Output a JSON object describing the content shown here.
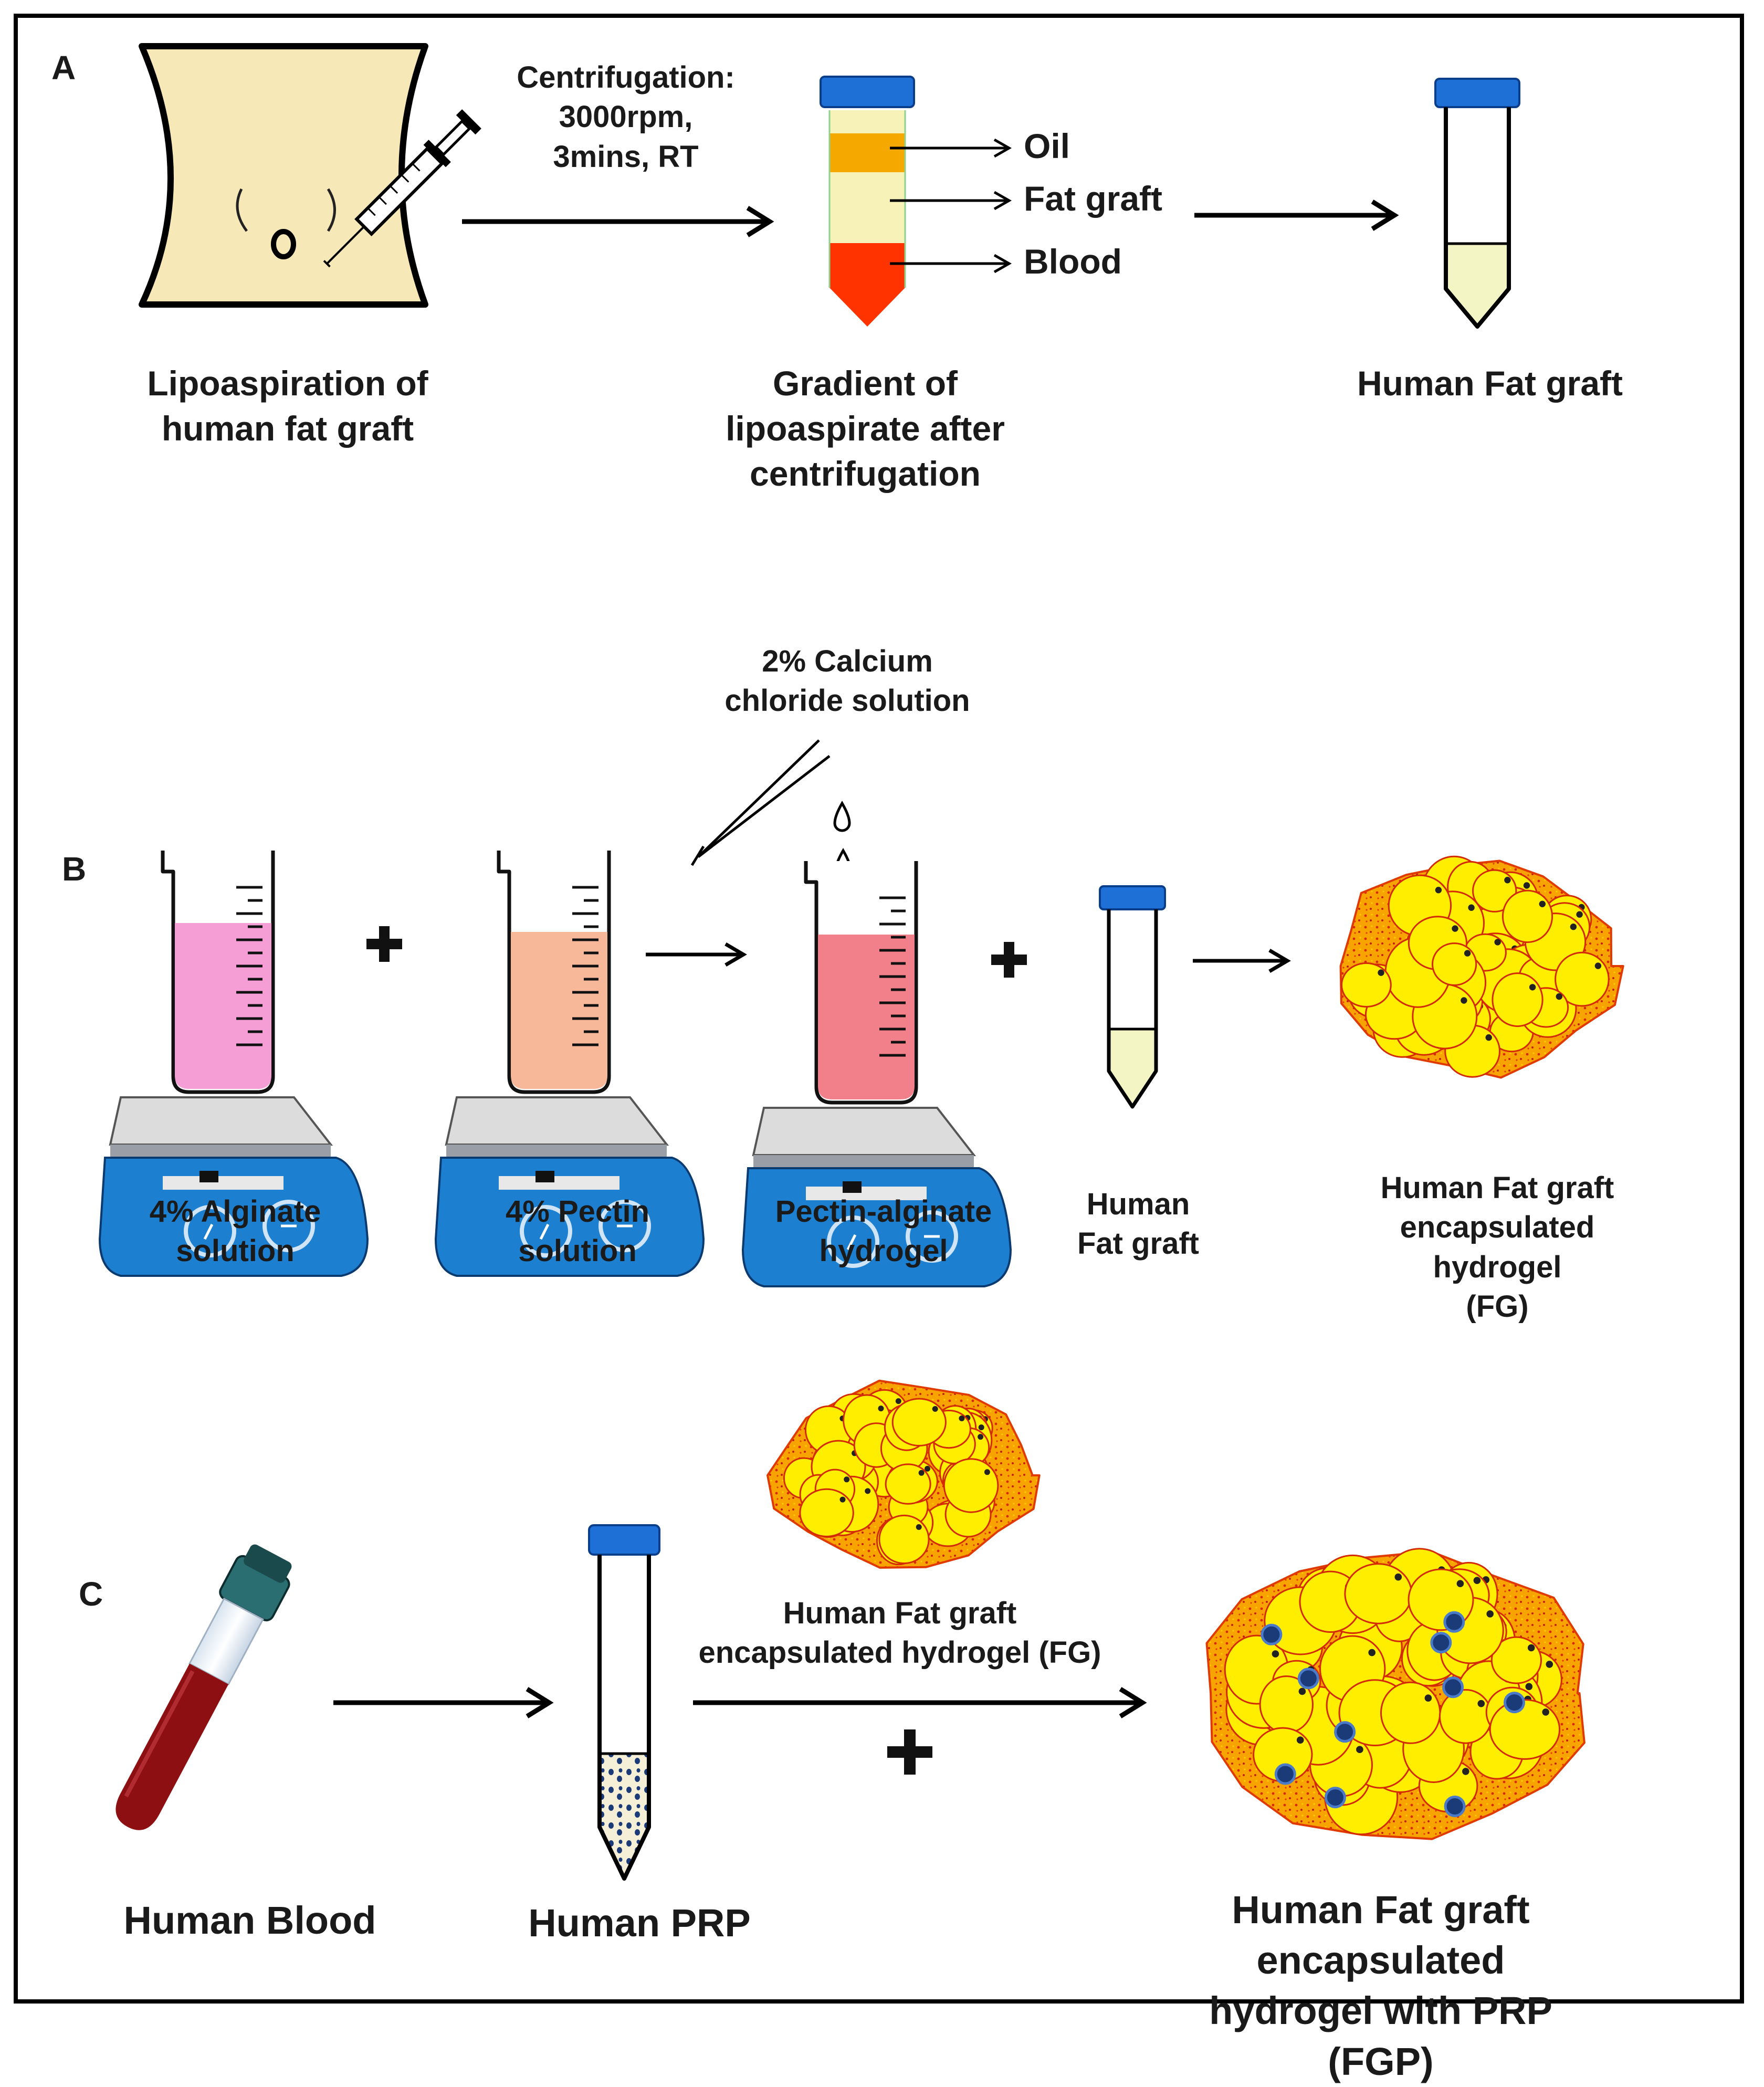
{
  "panels": {
    "a": {
      "letter": "A",
      "centrifugation_label": "Centrifugation:\n3000rpm,\n3mins, RT",
      "layers": {
        "oil": "Oil",
        "fat": "Fat graft",
        "blood": "Blood"
      },
      "lipoaspiration_caption": "Lipoaspiration of\nhuman fat graft",
      "gradient_caption": "Gradient of\nlipoaspirate after\ncentrifugation",
      "fat_graft_caption": "Human Fat graft"
    },
    "b": {
      "letter": "B",
      "calcium_label": "2% Calcium\nchloride solution",
      "alginate_caption": "4% Alginate\nsolution",
      "pectin_caption": "4% Pectin\nsolution",
      "hydrogel_caption": "Pectin-alginate\nhydrogel",
      "fat_graft_caption": "Human\nFat graft",
      "fg_caption": "Human Fat graft\nencapsulated hydrogel\n(FG)"
    },
    "c": {
      "letter": "C",
      "blood_caption": "Human Blood",
      "prp_caption": "Human PRP",
      "fg_label": "Human Fat graft\nencapsulated hydrogel  (FG)",
      "fgp_caption": "Human Fat graft encapsulated\nhydrogel with PRP (FGP)"
    }
  },
  "colors": {
    "skin": "#f7e8b8",
    "oil": "#f5a800",
    "fat": "#f6f2b8",
    "blood": "#ff3300",
    "cap": "#1e6fd6",
    "hotplate": "#1c7fd0",
    "alginate": "#f59ed6",
    "pectin": "#f7b89a",
    "hydrogel": "#f2808a",
    "fat_cell": "#ffee00",
    "matrix": "#f7a300",
    "platelet": "#1a3a78"
  },
  "icons": [
    "syringe-icon",
    "tube-icon",
    "beaker-icon",
    "hotplate-icon",
    "pipette-icon",
    "droplet-icon",
    "fat-cluster-icon",
    "blood-tube-icon"
  ]
}
